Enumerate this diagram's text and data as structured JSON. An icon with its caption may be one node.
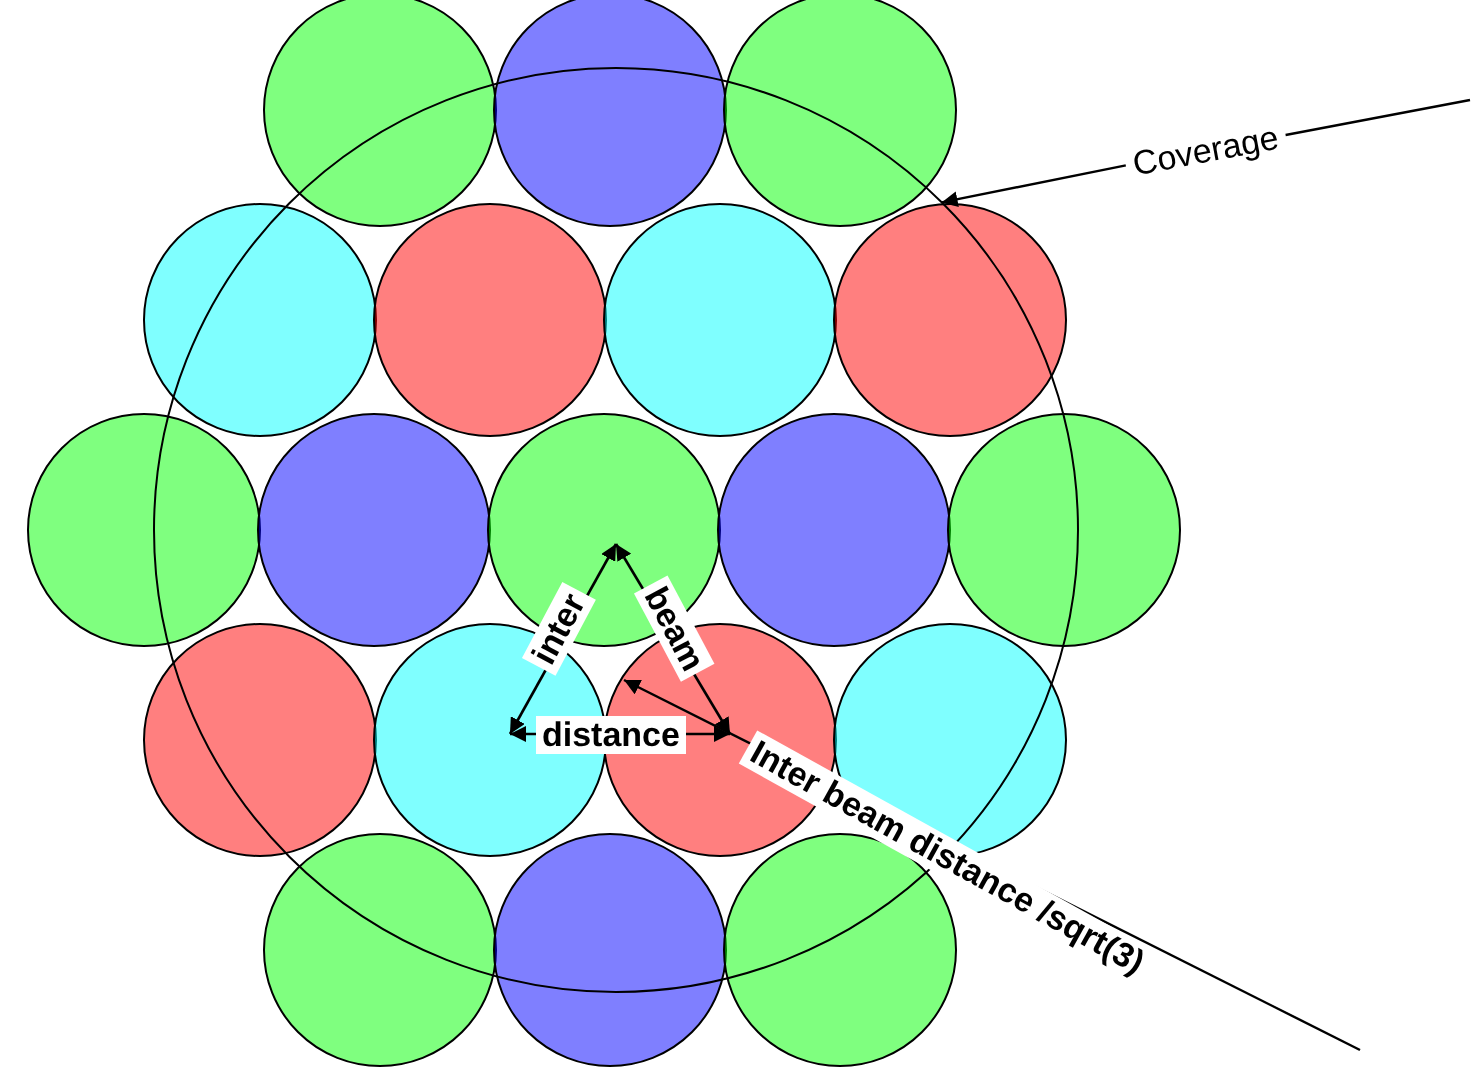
{
  "diagram": {
    "nodes": [
      {
        "text": [
          "Coverage"
        ]
      },
      {
        "text": [],
        "shape": "circle"
      }
    ],
    "edges": [
      {
        "from": 0,
        "to": 1,
        "arrow": "to"
      },
      {
        "from": null,
        "to": 0,
        "arrow": "none"
      }
    ],
    "labels": [
      "inter",
      "beam",
      "distance",
      "Inter beam distance /sqrt(3)"
    ]
  }
}
